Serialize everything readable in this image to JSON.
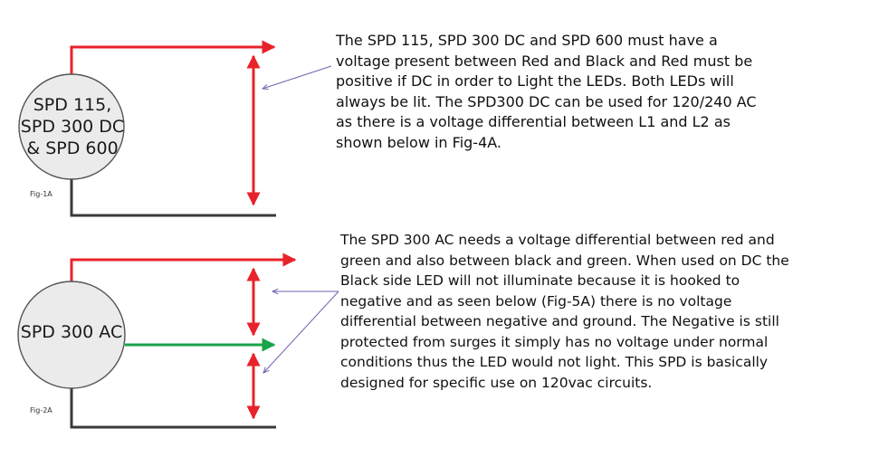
{
  "fig1": {
    "circle_lines": [
      "SPD 115,",
      "SPD 300 DC",
      "& SPD 600"
    ],
    "label": "Fig-1A",
    "paragraph": [
      "The SPD 115, SPD 300 DC and SPD 600 must have a",
      "voltage present between Red and Black and Red must be",
      "positive if DC in order to Light the LEDs. Both LEDs will",
      "always be lit. The SPD300 DC can be used for 120/240 AC",
      "as there is a voltage differential between L1 and L2 as",
      "shown below in Fig-4A."
    ]
  },
  "fig2": {
    "circle_lines": [
      "SPD 300 AC"
    ],
    "label": "Fig-2A",
    "paragraph": [
      "The SPD 300 AC needs a voltage differential between red and",
      "green and also between black and green. When used on DC the",
      "Black side LED will not illuminate because it is hooked to",
      "negative and as seen below (Fig-5A) there is no voltage",
      "differential between negative and ground. The Negative is still",
      "protected from surges it simply has no voltage under normal",
      "conditions thus the LED would not light. This SPD is basically",
      "designed for specific use on 120vac circuits."
    ]
  },
  "colors": {
    "red_wire": "#e8222a",
    "black_wire": "#3a3a3a",
    "green_wire": "#1aa34a",
    "pointer": "#6e62b0",
    "circle_fill": "#ebebeb",
    "circle_stroke": "#555555"
  }
}
